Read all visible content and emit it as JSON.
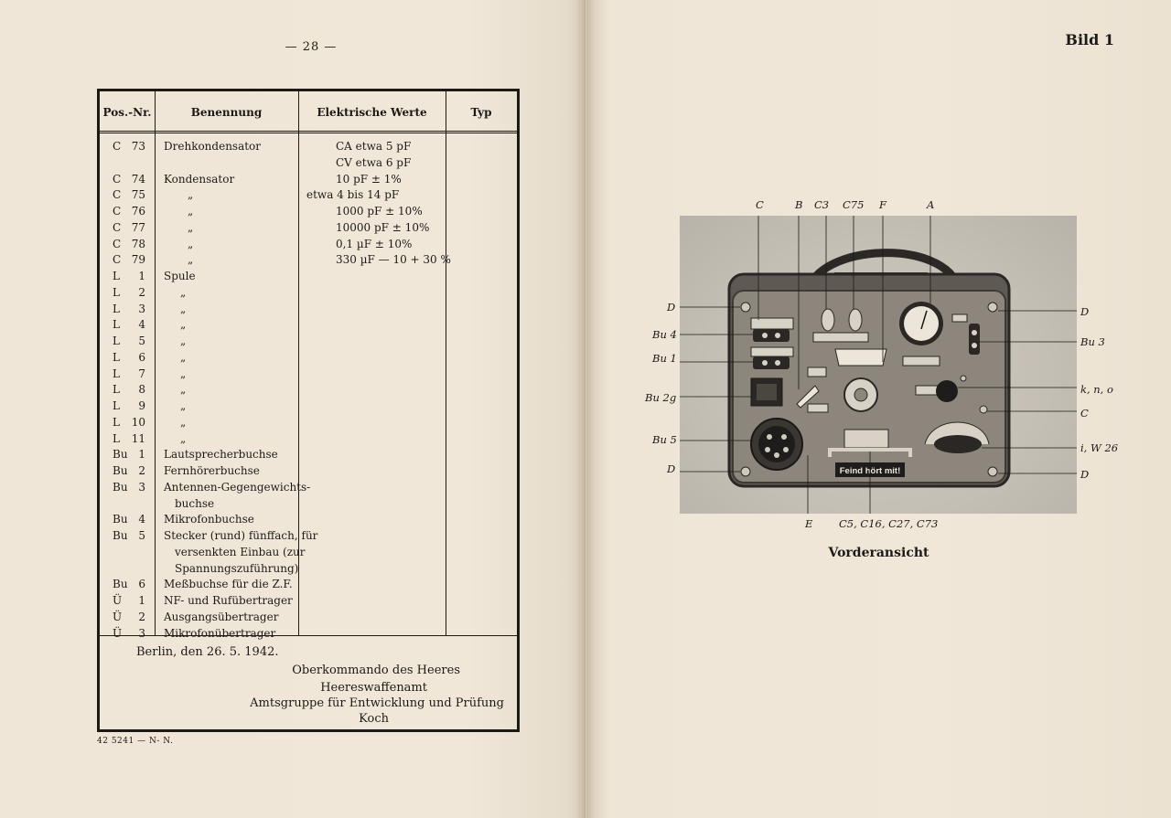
{
  "left_page": {
    "page_number": "— 28 —",
    "table": {
      "headers": [
        "Pos.-Nr.",
        "Benennung",
        "Elektrische Werte",
        "Typ"
      ],
      "rows": [
        {
          "l": "C",
          "n": "73",
          "name": "Drehkondensator",
          "val": "CA etwa 5 pF"
        },
        {
          "l": "",
          "n": "",
          "name": "",
          "val": "CV etwa 6 pF"
        },
        {
          "l": "C",
          "n": "74",
          "name": "Kondensator",
          "val": "10 pF ± 1%"
        },
        {
          "l": "C",
          "n": "75",
          "name": "„",
          "val": "etwa 4 bis 14 pF"
        },
        {
          "l": "C",
          "n": "76",
          "name": "„",
          "val": "1000 pF ± 10%"
        },
        {
          "l": "C",
          "n": "77",
          "name": "„",
          "val": "10000 pF ± 10%"
        },
        {
          "l": "C",
          "n": "78",
          "name": "„",
          "val": "0,1 µF ± 10%"
        },
        {
          "l": "C",
          "n": "79",
          "name": "„",
          "val": "330 µF — 10 + 30 %"
        },
        {
          "l": "L",
          "n": "1",
          "name": "Spule",
          "val": ""
        },
        {
          "l": "L",
          "n": "2",
          "name": "„",
          "val": ""
        },
        {
          "l": "L",
          "n": "3",
          "name": "„",
          "val": ""
        },
        {
          "l": "L",
          "n": "4",
          "name": "„",
          "val": ""
        },
        {
          "l": "L",
          "n": "5",
          "name": "„",
          "val": ""
        },
        {
          "l": "L",
          "n": "6",
          "name": "„",
          "val": ""
        },
        {
          "l": "L",
          "n": "7",
          "name": "„",
          "val": ""
        },
        {
          "l": "L",
          "n": "8",
          "name": "„",
          "val": ""
        },
        {
          "l": "L",
          "n": "9",
          "name": "„",
          "val": ""
        },
        {
          "l": "L",
          "n": "10",
          "name": "„",
          "val": ""
        },
        {
          "l": "L",
          "n": "11",
          "name": "„",
          "val": ""
        },
        {
          "l": "Bu",
          "n": "1",
          "name": "Lautsprecherbuchse",
          "val": ""
        },
        {
          "l": "Bu",
          "n": "2",
          "name": "Fernhörerbuchse",
          "val": ""
        },
        {
          "l": "Bu",
          "n": "3",
          "name": "Antennen-Gegengewichts-",
          "val": ""
        },
        {
          "l": "",
          "n": "",
          "name": "buchse",
          "val": ""
        },
        {
          "l": "Bu",
          "n": "4",
          "name": "Mikrofonbuchse",
          "val": ""
        },
        {
          "l": "Bu",
          "n": "5",
          "name": "Stecker (rund) fünffach, für",
          "val": ""
        },
        {
          "l": "",
          "n": "",
          "name": "versenkten Einbau (zur",
          "val": ""
        },
        {
          "l": "",
          "n": "",
          "name": "Spannungszuführung)",
          "val": ""
        },
        {
          "l": "Bu",
          "n": "6",
          "name": "Meßbuchse für die Z.F.",
          "val": ""
        },
        {
          "l": "Ü",
          "n": "1",
          "name": "NF- und Rufübertrager",
          "val": ""
        },
        {
          "l": "Ü",
          "n": "2",
          "name": "Ausgangsübertrager",
          "val": ""
        },
        {
          "l": "Ü",
          "n": "3",
          "name": "Mikrofonübertrager",
          "val": ""
        }
      ]
    },
    "signature": {
      "place_date": "Berlin, den 26. 5. 1942.",
      "line1": "Oberkommando des Heeres",
      "line2": "Heereswaffenamt",
      "line3": "Amtsgruppe für Entwicklung und Prüfung",
      "line4": "Koch"
    },
    "print_code": "42 5241 — N- N."
  },
  "right_page": {
    "figure_number": "Bild 1",
    "caption": "Vorderansicht",
    "labels": {
      "top": [
        "C",
        "B",
        "C3",
        "C75",
        "F",
        "A"
      ],
      "left": [
        "D",
        "Bu 4",
        "Bu 1",
        "Bu 2g",
        "Bu 5",
        "D"
      ],
      "right": [
        "D",
        "Bu 3",
        "k, n, o",
        "C",
        "i, W 26",
        "D"
      ],
      "bottom": [
        "E",
        "C5, C16, C27, C73"
      ]
    },
    "device_plate": "Feind hört mit!"
  }
}
